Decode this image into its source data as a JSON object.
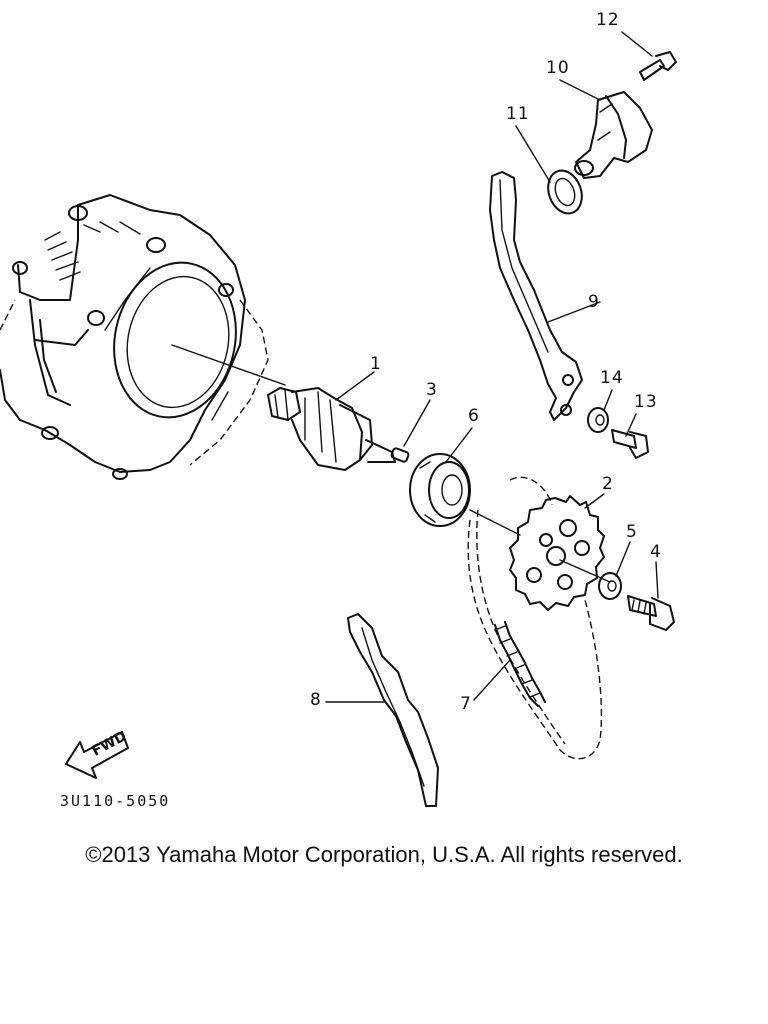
{
  "callouts": [
    "1",
    "2",
    "3",
    "4",
    "5",
    "6",
    "7",
    "8",
    "9",
    "10",
    "11",
    "12",
    "13",
    "14"
  ],
  "direction_label": "FWD",
  "diagram_code": "3U110-5050",
  "copyright": "©2013 Yamaha Motor Corporation, U.S.A. All rights reserved."
}
